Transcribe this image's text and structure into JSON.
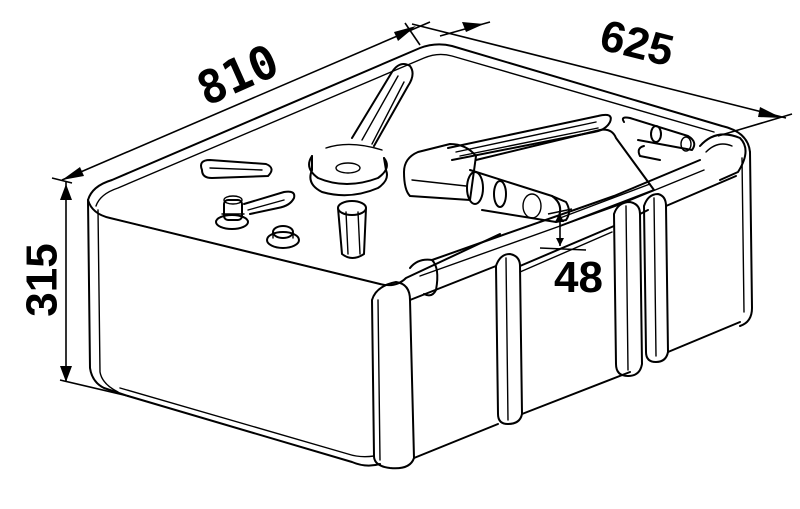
{
  "diagram": {
    "type": "isometric technical drawing",
    "subject": "rectangular tank with top fittings",
    "line_color": "#000000",
    "background": "#ffffff",
    "dimensions": {
      "length": {
        "label": "810",
        "axis": "front-left edge"
      },
      "width": {
        "label": "625",
        "axis": "right-back edge"
      },
      "height": {
        "label": "315",
        "axis": "vertical front-left corner"
      },
      "recess": {
        "label": "48",
        "axis": "top step depth"
      }
    },
    "components": [
      {
        "name": "filler-neck-pipe"
      },
      {
        "name": "vent-pipe-fitting"
      },
      {
        "name": "outlet-fitting"
      },
      {
        "name": "sender-ring"
      },
      {
        "name": "slotted-mounting-lugs"
      },
      {
        "name": "cylindrical-boss"
      },
      {
        "name": "reinforcement-ribs"
      }
    ]
  }
}
